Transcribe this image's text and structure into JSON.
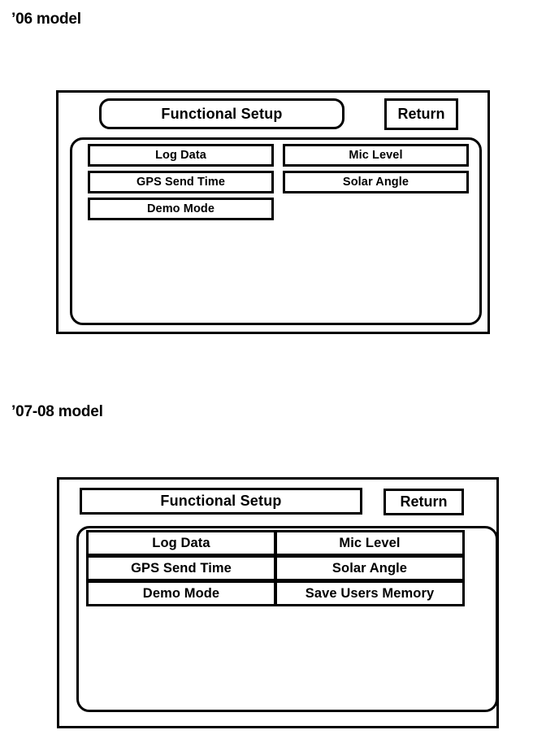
{
  "figure": {
    "sections": [
      {
        "id": "model-06",
        "heading": "’06 model",
        "screen": {
          "title_label": "Functional Setup",
          "return_label": "Return",
          "menu_items": [
            {
              "label": "Log Data",
              "column": "left",
              "row": 1
            },
            {
              "label": "GPS Send Time",
              "column": "left",
              "row": 2
            },
            {
              "label": "Demo Mode",
              "column": "left",
              "row": 3
            },
            {
              "label": "Mic Level",
              "column": "right",
              "row": 1
            },
            {
              "label": "Solar Angle",
              "column": "right",
              "row": 2
            }
          ]
        }
      },
      {
        "id": "model-0708",
        "heading": "’07-08 model",
        "screen": {
          "title_label": "Functional Setup",
          "return_label": "Return",
          "menu_items": [
            {
              "label": "Log Data",
              "column": "left",
              "row": 1
            },
            {
              "label": "GPS Send Time",
              "column": "left",
              "row": 2
            },
            {
              "label": "Demo Mode",
              "column": "left",
              "row": 3
            },
            {
              "label": "Mic Level",
              "column": "right",
              "row": 1
            },
            {
              "label": "Solar Angle",
              "column": "right",
              "row": 2
            },
            {
              "label": "Save Users Memory",
              "column": "right",
              "row": 3
            }
          ]
        }
      }
    ],
    "colors": {
      "ink": "#000000",
      "paper": "#ffffff"
    }
  }
}
